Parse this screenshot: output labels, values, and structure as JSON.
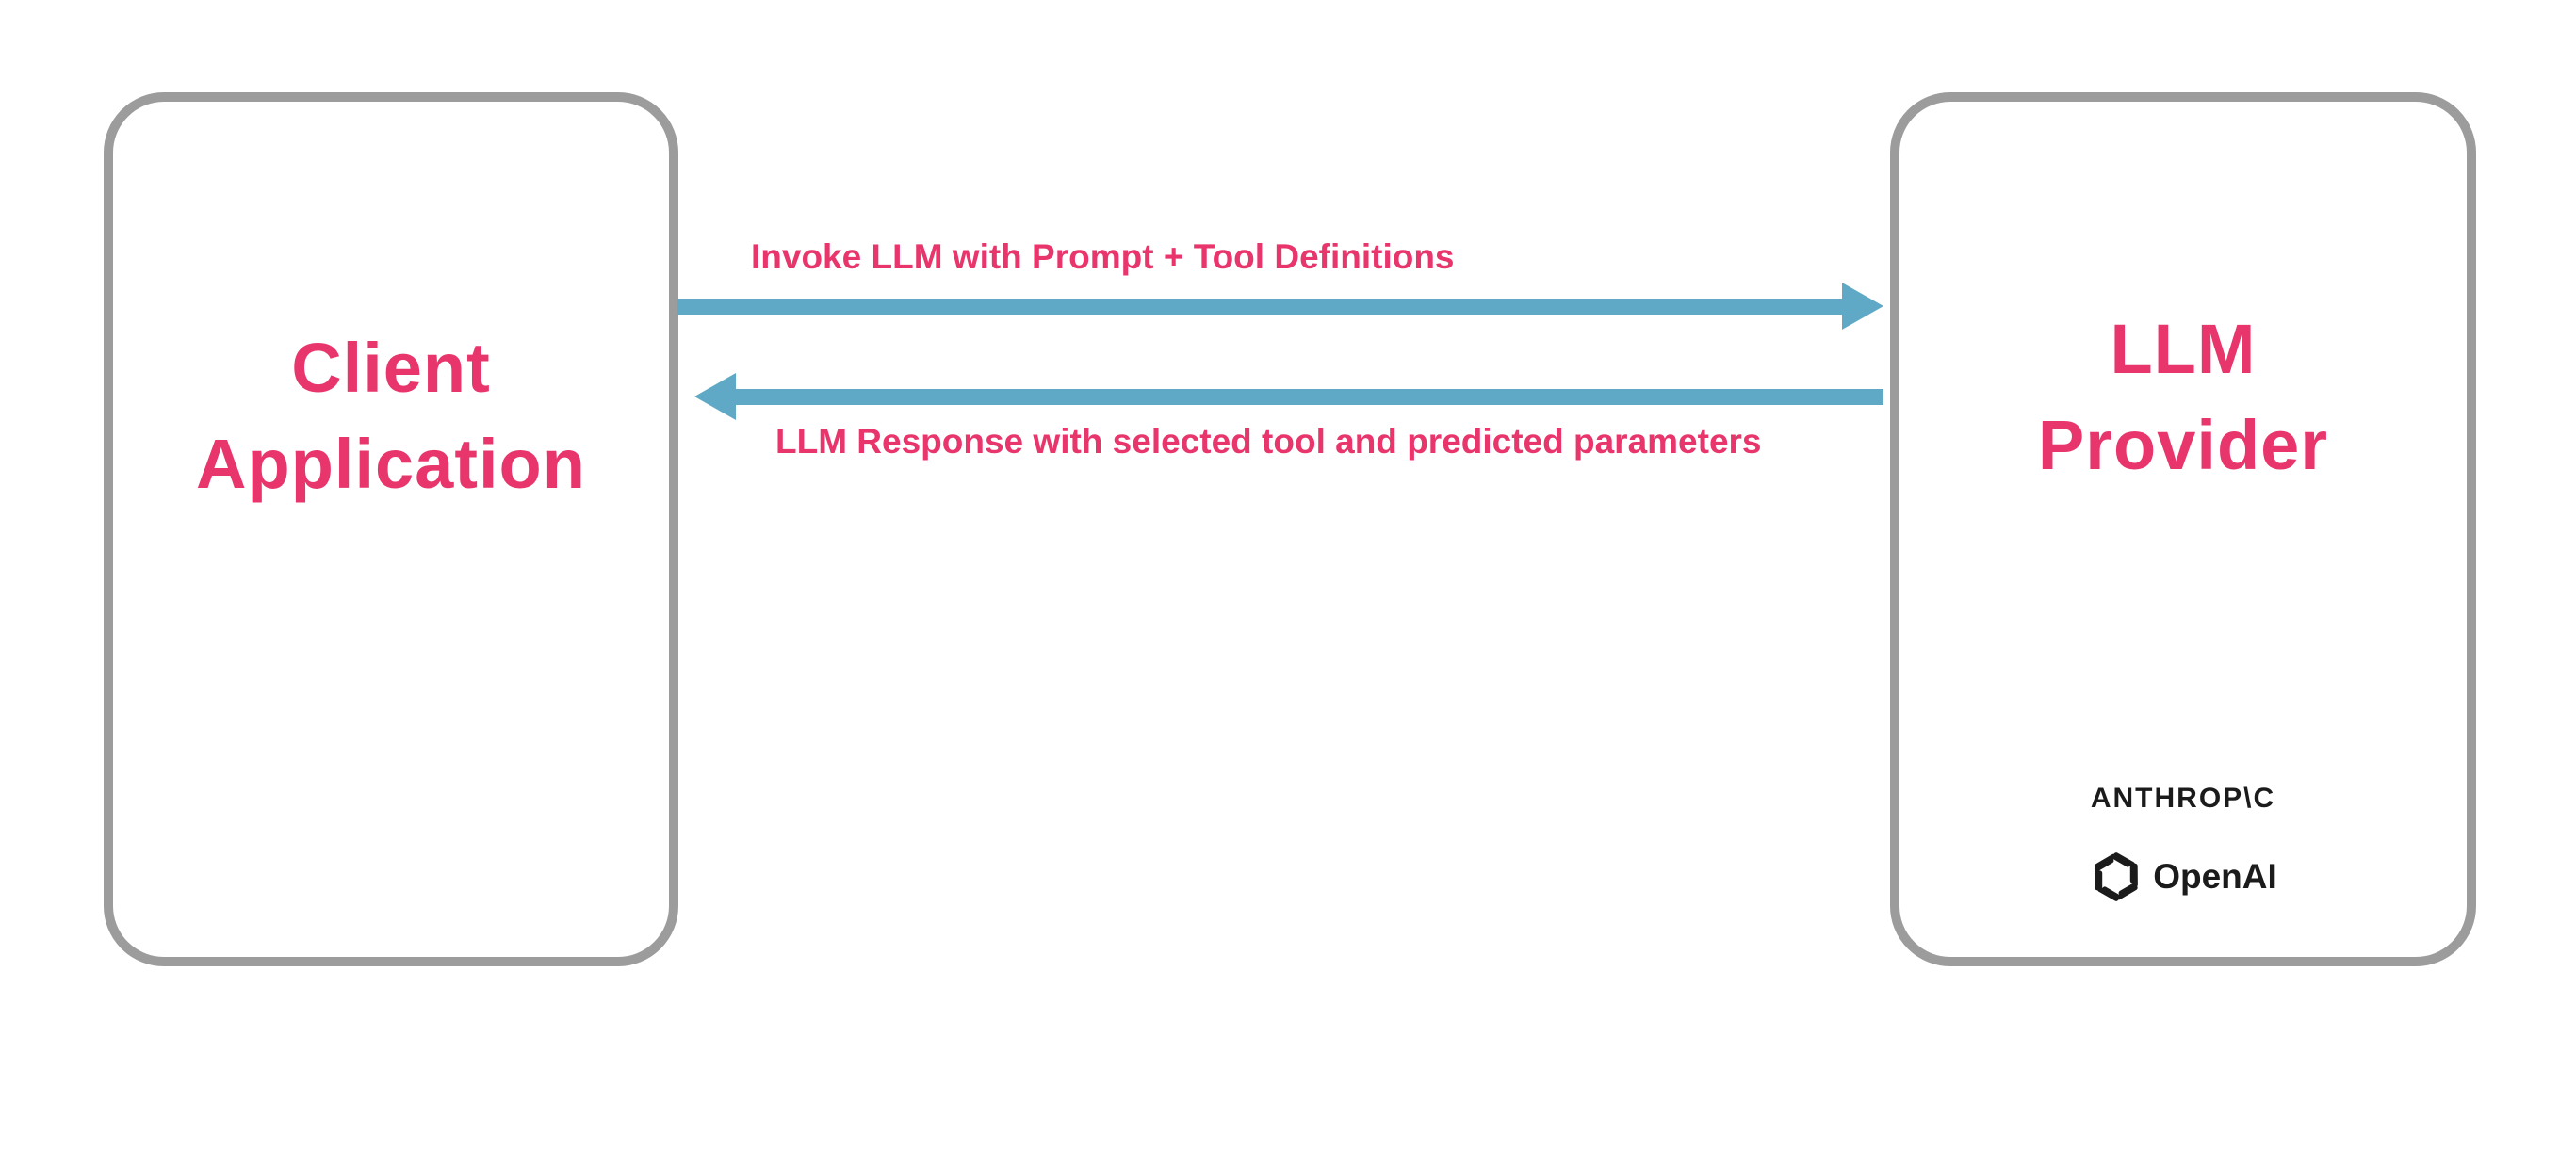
{
  "colors": {
    "accent_pink": "#E8366D",
    "arrow_blue": "#5FA9C6",
    "box_border": "#9C9C9C",
    "logo_dark": "#1B1B1B"
  },
  "client_box": {
    "title_line1": "Client",
    "title_line2": "Application"
  },
  "provider_box": {
    "title_line1": "LLM",
    "title_line2": "Provider",
    "anthropic_text": "ANTHROP\\C",
    "openai_text": "OpenAI"
  },
  "arrows": {
    "request": {
      "direction": "right",
      "label": "Invoke LLM with Prompt + Tool Definitions"
    },
    "response": {
      "direction": "left",
      "label": "LLM Response with selected tool and predicted parameters"
    }
  }
}
